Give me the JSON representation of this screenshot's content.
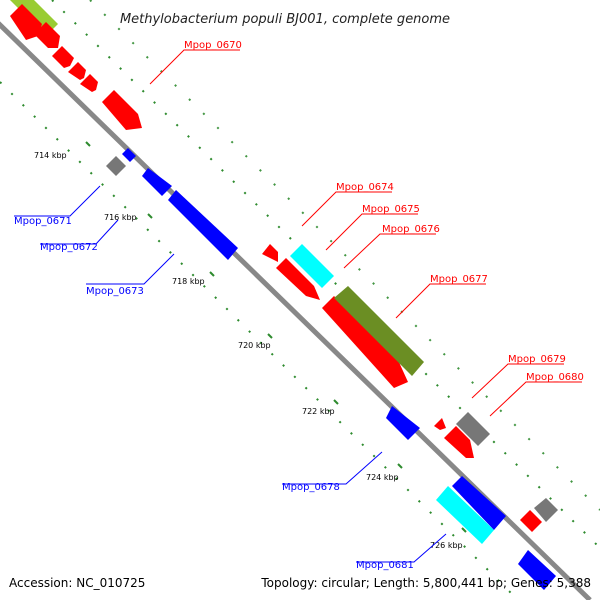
{
  "title": "Methylobacterium populi BJ001, complete genome",
  "accession": "Accession: NC_010725",
  "topology": "Topology: circular; Length: 5,800,441 bp; Genes: 5,388",
  "colors": {
    "forward": "#ff0000",
    "reverse": "#0000ff",
    "cyan": "#00ffff",
    "olive": "#6b8e23",
    "lightgreen": "#99cc33",
    "gray": "#777777",
    "dots": "#2e8b2e",
    "backbone": "#888888"
  },
  "ticks": [
    {
      "label": "714 kbp"
    },
    {
      "label": "716 kbp"
    },
    {
      "label": "718 kbp"
    },
    {
      "label": "720 kbp"
    },
    {
      "label": "722 kbp"
    },
    {
      "label": "724 kbp"
    },
    {
      "label": "726 kbp"
    }
  ],
  "forward_labels": [
    {
      "text": "Mpop_0670"
    },
    {
      "text": "Mpop_0674"
    },
    {
      "text": "Mpop_0675"
    },
    {
      "text": "Mpop_0676"
    },
    {
      "text": "Mpop_0677"
    },
    {
      "text": "Mpop_0679"
    },
    {
      "text": "Mpop_0680"
    }
  ],
  "reverse_labels": [
    {
      "text": "Mpop_0671"
    },
    {
      "text": "Mpop_0672"
    },
    {
      "text": "Mpop_0673"
    },
    {
      "text": "Mpop_0678"
    },
    {
      "text": "Mpop_0681"
    }
  ]
}
